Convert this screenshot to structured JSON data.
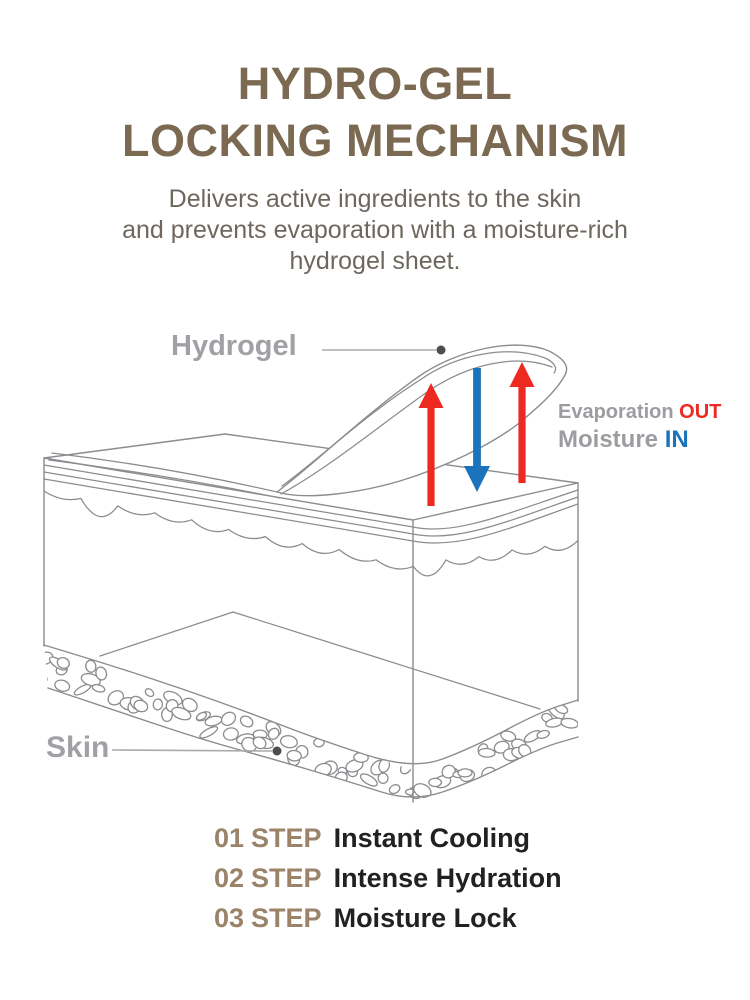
{
  "header": {
    "title_line1": "HYDRO-GEL",
    "title_line2": "LOCKING MECHANISM",
    "subtitle_line1": "Delivers active ingredients to the skin",
    "subtitle_line2": "and prevents evaporation with a moisture-rich",
    "subtitle_line3": "hydrogel sheet."
  },
  "diagram": {
    "hydrogel_label": "Hydrogel",
    "skin_label": "Skin",
    "evaporation_label": "Evaporation",
    "evaporation_direction": "OUT",
    "moisture_label": "Moisture",
    "moisture_direction": "IN"
  },
  "steps": [
    {
      "number": "01",
      "label": "STEP",
      "name": "Instant Cooling"
    },
    {
      "number": "02",
      "label": "STEP",
      "name": "Intense Hydration"
    },
    {
      "number": "03",
      "label": "STEP",
      "name": "Moisture Lock"
    }
  ],
  "colors": {
    "title_brown": "#7b6a51",
    "subtitle_gray": "#6e675d",
    "label_gray": "#9fa1a4",
    "diagram_line_gray": "#8a8c8f",
    "accent_red": "#ed2a21",
    "accent_blue": "#1b74bb",
    "step_brown": "#9a8368",
    "step_dark": "#232021"
  }
}
